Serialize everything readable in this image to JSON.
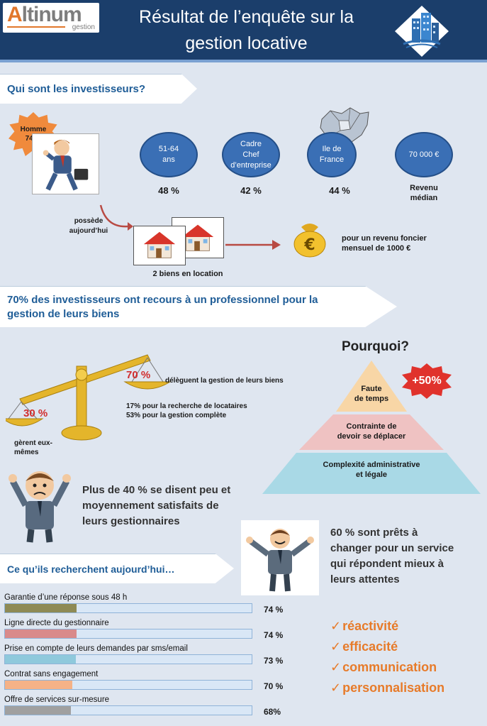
{
  "header": {
    "logo_brand_a": "A",
    "logo_brand_b": "ltinum",
    "logo_sub": "gestion",
    "title_line1": "Résultat de l’enquête sur la",
    "title_line2": "gestion locative"
  },
  "section1": {
    "banner": "Qui sont les investisseurs?",
    "gender_label": "Homme",
    "gender_pct": "74 %",
    "circles": [
      {
        "label_lines": [
          "51-64",
          "ans"
        ],
        "pct": "48 %"
      },
      {
        "label_lines": [
          "Cadre",
          "Chef",
          "d’entreprise"
        ],
        "pct": "42 %"
      },
      {
        "label_lines": [
          "Ile de",
          "France"
        ],
        "pct": "44 %"
      },
      {
        "label_lines": [
          "70 000 €"
        ],
        "pct_lines": [
          "Revenu",
          "médian"
        ]
      }
    ],
    "possede_line1": "possède",
    "possede_line2": "aujourd’hui",
    "biens": "2 biens en location",
    "revenu_line1": "pour un revenu foncier",
    "revenu_line2": "mensuel de 1000 €"
  },
  "section2": {
    "banner_line1": "70%  des investisseurs ont recours à un professionnel pour la",
    "banner_line2": "gestion de leurs biens",
    "pct_right": "70 %",
    "pct_left": "30 %",
    "deleguent": "délèguent la gestion de leurs biens",
    "detail1": "17% pour la recherche de locataires",
    "detail2": "53% pour la gestion complète",
    "gerent_line1": "gèrent eux-",
    "gerent_line2": "mêmes",
    "pourquoi": "Pourquoi?",
    "plus50": "+50%",
    "pyramid": [
      {
        "lines": [
          "Faute",
          "de temps"
        ],
        "color": "#f8d6a6"
      },
      {
        "lines": [
          "Contrainte de",
          "devoir se déplacer"
        ],
        "color": "#efc2c2"
      },
      {
        "lines": [
          "Complexité administrative",
          "et légale"
        ],
        "color": "#a9d9e6"
      }
    ],
    "satisf_line1": "Plus de 40 % se disent peu et",
    "satisf_line2": "moyennement satisfaits de",
    "satisf_line3": "leurs gestionnaires",
    "pret_line1": "60 % sont prêts à",
    "pret_line2": "changer pour un service",
    "pret_line3": "qui répondent mieux à",
    "pret_line4": "leurs attentes"
  },
  "section3": {
    "banner": "Ce qu’ils recherchent aujourd’hui…",
    "bars": [
      {
        "label": "Garantie d’une réponse sous 48  h",
        "pct": "74 %",
        "value": 0.74,
        "color": "#8e8a55"
      },
      {
        "label": "Ligne directe du gestionnaire",
        "pct": "74 %",
        "value": 0.74,
        "color": "#d98a8a"
      },
      {
        "label": "Prise en compte de leurs demandes par sms/email",
        "pct": "73 %",
        "value": 0.73,
        "color": "#8fc9dc"
      },
      {
        "label": "Contrat sans engagement",
        "pct": "70 %",
        "value": 0.7,
        "color": "#f5b287"
      },
      {
        "label": "Offre de services sur-mesure",
        "pct": "68%",
        "value": 0.68,
        "color": "#a0a0a0"
      }
    ],
    "values_check": [
      "réactivité",
      "efficacité",
      "communication",
      "personnalisation"
    ],
    "check_mark": "✓"
  }
}
